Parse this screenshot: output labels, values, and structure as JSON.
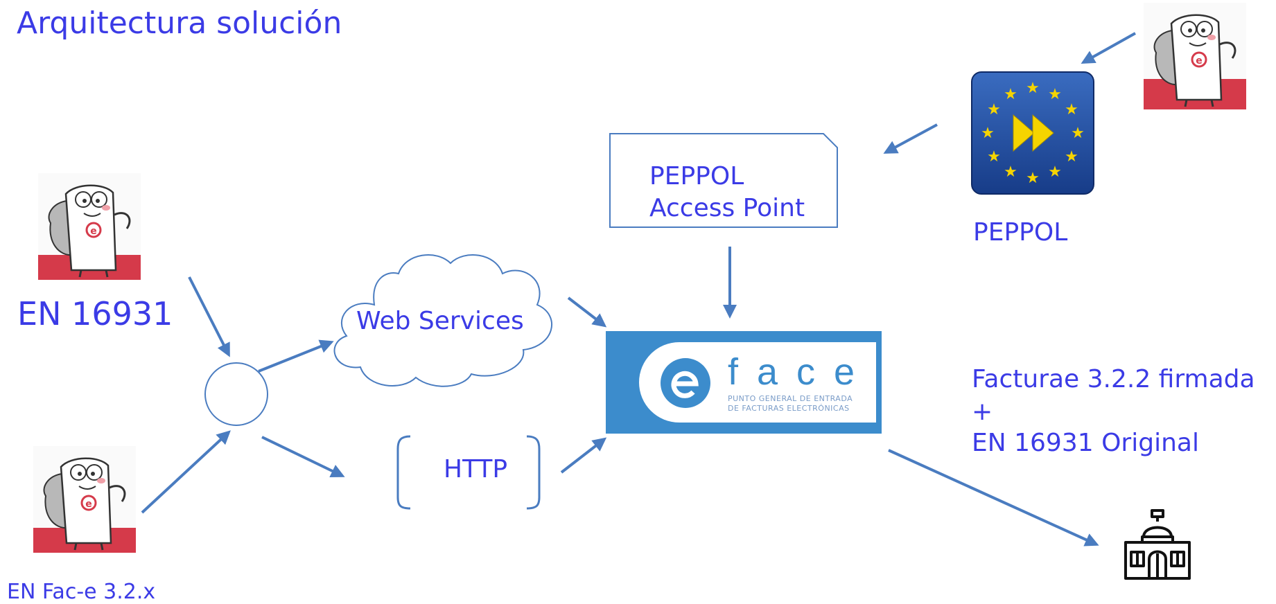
{
  "slide": {
    "title": "Arquitectura solución"
  },
  "sources": {
    "en16931_label": "EN 16931",
    "facturae_label": "EN Fac-e 3.2.x"
  },
  "channels": {
    "web_services_label": "Web Services",
    "http_label": "HTTP"
  },
  "peppol": {
    "access_point_line1": "PEPPOL",
    "access_point_line2": "Access Point",
    "network_label": "PEPPOL"
  },
  "face": {
    "logo_letters": "f a c e",
    "logo_subtitle_line1": "PUNTO GENERAL DE ENTRADA",
    "logo_subtitle_line2": "DE FACTURAS ELECTRÓNICAS"
  },
  "output": {
    "line1": "Facturae 3.2.2 firmada",
    "line2": "+",
    "line3": "EN 16931 Original"
  },
  "icons": {
    "mascot": "invoice-mascot-icon",
    "peppol_logo": "eu-stars-peppol-icon",
    "destination": "government-building-icon"
  },
  "colors": {
    "text": "#3b3be6",
    "arrow": "#4a7cc0",
    "face_blue": "#3c8ccc",
    "eu_blue": "#1e4a9a",
    "mascot_red": "#d53a4a"
  }
}
